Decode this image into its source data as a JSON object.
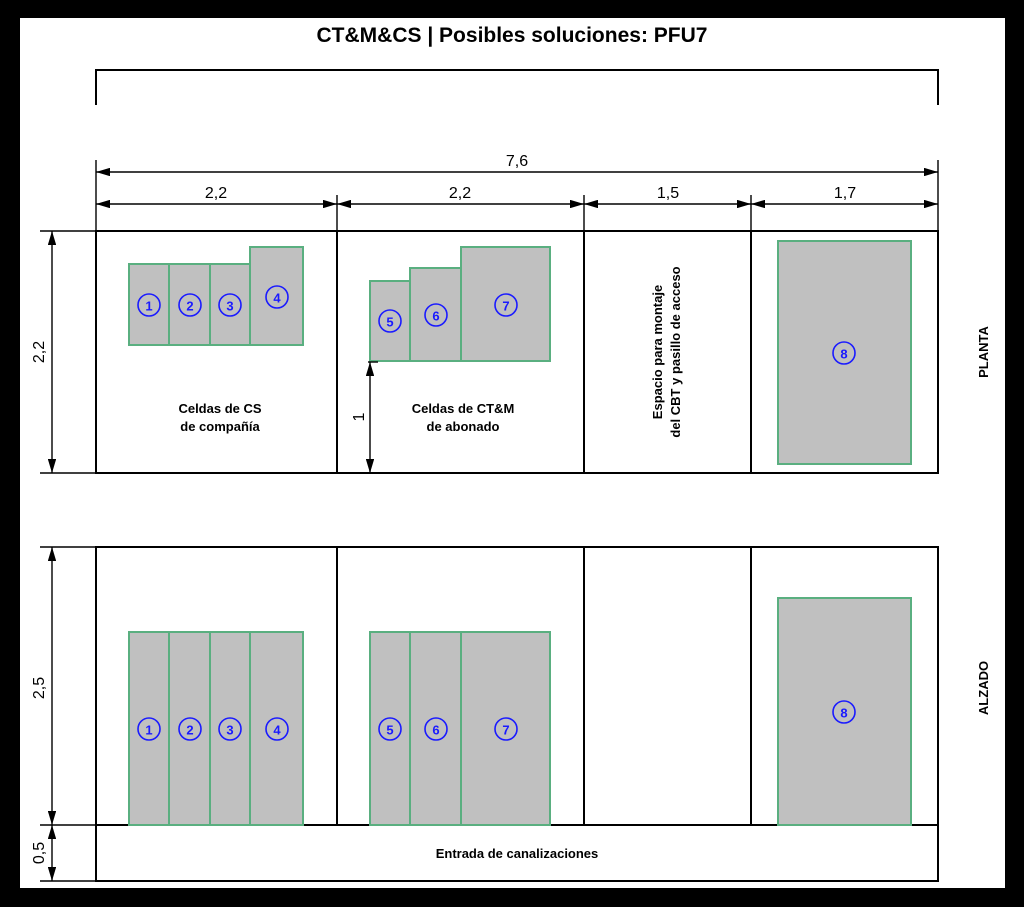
{
  "title": "CT&M&CS | Posibles soluciones: PFU7",
  "dimensions": {
    "total_width": "7,6",
    "widths": [
      "2,2",
      "2,2",
      "1,5",
      "1,7"
    ],
    "planta_height": "2,2",
    "cell_offset": "1",
    "alzado_height": "2,5",
    "base_height": "0,5"
  },
  "labels": {
    "cs_line1": "Celdas de CS",
    "cs_line2": "de compañía",
    "ctm_line1": "Celdas de CT&M",
    "ctm_line2": "de abonado",
    "space_line1": "Espacio para montaje",
    "space_line2": "del CBT y pasillo de acceso",
    "planta": "PLANTA",
    "alzado": "ALZADO",
    "entrada": "Entrada de canalizaciones"
  },
  "cells": [
    "1",
    "2",
    "3",
    "4",
    "5",
    "6",
    "7",
    "8"
  ],
  "colors": {
    "cell_fill": "#c0c0c0",
    "cell_stroke": "#5aaf80",
    "number": "#1a1aff"
  }
}
